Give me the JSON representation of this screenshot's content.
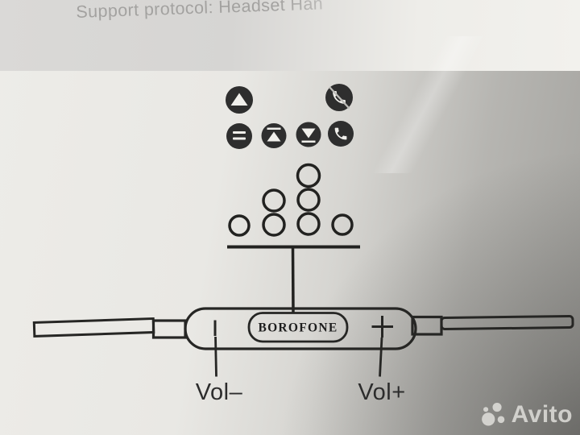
{
  "photo": {
    "top_page_text": "Support protocol: Headset Han",
    "watermark_text": "Avito"
  },
  "manual_diagram": {
    "brand": "BOROFONE",
    "volume_labels": {
      "minus": "Vol–",
      "plus": "Vol+"
    },
    "control_icons": [
      "triangle-up",
      "phone-slash",
      "double-bar",
      "triangle-up-with-bar",
      "triangle-down-with-bar",
      "phone"
    ],
    "press_count_columns": [
      1,
      2,
      3,
      1
    ],
    "colors": {
      "ink": "#262626",
      "icon_fill": "#2e2e2e",
      "icon_glyph": "#f0efeb",
      "paper_light": "#e9e8e4",
      "paper_dark": "#8f8e8a",
      "faded_text": "#a3a2a0"
    }
  }
}
